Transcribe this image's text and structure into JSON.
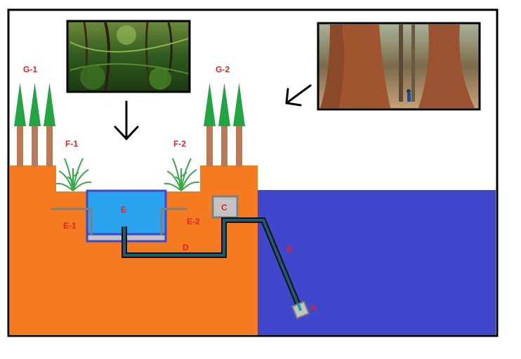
{
  "labels": {
    "g1": "G-1",
    "g2": "G-2",
    "f1": "F-1",
    "f2": "F-2",
    "e": "E",
    "e1": "E-1",
    "e2": "E-2",
    "c": "C",
    "d": "D",
    "b": "B",
    "a": "A"
  },
  "colors": {
    "ground": "#f47b20",
    "sea": "#3f48cc",
    "pool": "#29a3ee",
    "pipe_fill": "#1f5a6e",
    "pipe_outline": "#111111",
    "label": "#e8202a",
    "tree_canopy": "#22a344",
    "tree_trunk": "#b97a57",
    "box_gray": "#c3c3c3"
  },
  "images": {
    "left": "jungle-photo",
    "right": "redwood-forest-photo"
  }
}
